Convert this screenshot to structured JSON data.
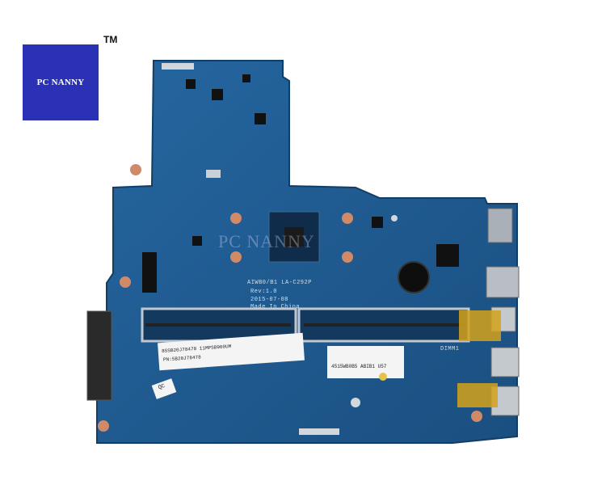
{
  "brand": {
    "logo_text": "PC NANNY",
    "trademark": "TM",
    "watermark": "PC NANNY"
  },
  "board": {
    "model_text": "AIWB0/B1 LA-C292P",
    "rev_text": "Rev:1.0",
    "date_text": "2015-07-08",
    "made_in_text": "Made In China",
    "dimm_text": "DIMM1",
    "sticker_left_text": "8SSB20J78478 11MPSB900UM",
    "sticker_left_text2": "PN:5B20J78478",
    "sticker_right_text": "4515WB0B5 ABIB1 U57",
    "qc_text": "QC"
  },
  "colors": {
    "pcb": "#1f5a8e",
    "pcb_edge": "#174a78",
    "logo_bg": "#2a31b4"
  }
}
